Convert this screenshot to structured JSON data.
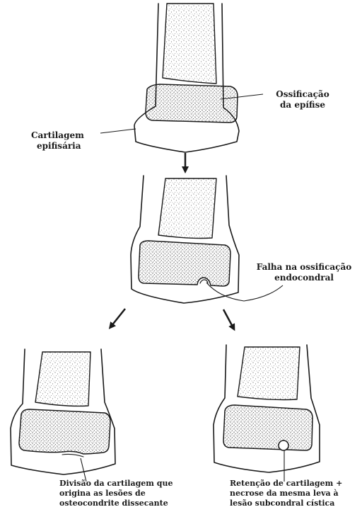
{
  "labels": {
    "ossificacao": [
      "Ossificação",
      "da epífise"
    ],
    "cartilagem": [
      "Cartilagem",
      "epifisária"
    ],
    "falha": [
      "Falha na ossificação",
      "endocondral"
    ],
    "divisao": [
      "Divisão da cartilagem que",
      "origina as lesões de",
      "osteocondrite dissecante"
    ],
    "retencao": [
      "Retenção de cartilagem +",
      "necrose da mesma leva à",
      "lesão subcondral cística"
    ]
  },
  "colors": {
    "ink": "#1a1a1a",
    "background": "#ffffff"
  }
}
